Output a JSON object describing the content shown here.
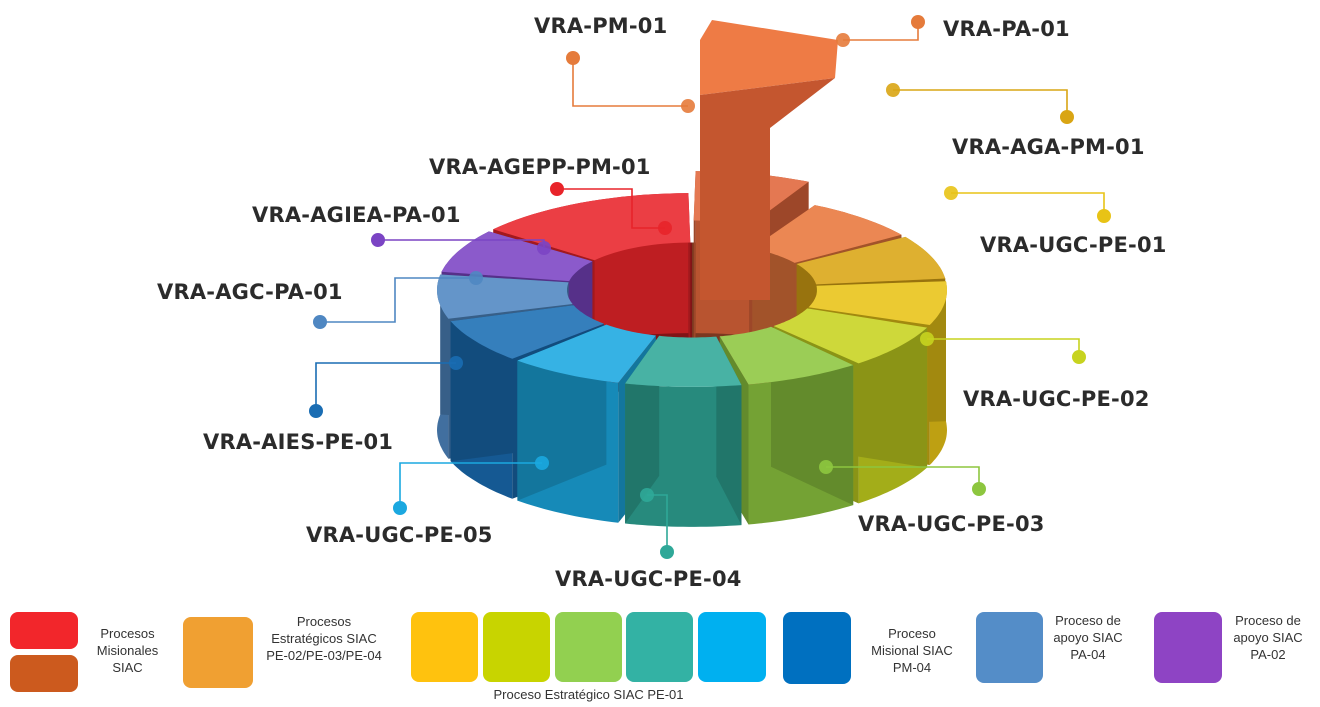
{
  "segments": [
    {
      "code": "VRA-PM-01",
      "color": "#E0663A"
    },
    {
      "code": "VRA-PA-01",
      "color": "#E8773C"
    },
    {
      "code": "VRA-AGA-PM-01",
      "color": "#D9A514"
    },
    {
      "code": "VRA-UGC-PE-01",
      "color": "#E8C316"
    },
    {
      "code": "VRA-UGC-PE-02",
      "color": "#C7D31F"
    },
    {
      "code": "VRA-UGC-PE-03",
      "color": "#8DC63F"
    },
    {
      "code": "VRA-UGC-PE-04",
      "color": "#2FA898"
    },
    {
      "code": "VRA-UGC-PE-05",
      "color": "#1BA8E0"
    },
    {
      "code": "VRA-AIES-PE-01",
      "color": "#1A6DB3"
    },
    {
      "code": "VRA-AGC-PA-01",
      "color": "#4F87C2"
    },
    {
      "code": "VRA-AGIEA-PA-01",
      "color": "#7B44C4"
    },
    {
      "code": "VRA-AGEPP-PM-01",
      "color": "#E8242A"
    }
  ],
  "legend": {
    "misionales": {
      "text": "Procesos\nMisionales\nSIAC",
      "colors": [
        "#F2262B",
        "#CC5A1E"
      ]
    },
    "estrategicos_multi": {
      "text": "Procesos\nEstratégicos SIAC\nPE-02/PE-03/PE-04",
      "color": "#F0A032"
    },
    "estrategico_pe01": {
      "text": "Proceso Estratégico SIAC PE-01",
      "colors": [
        "#FFC20E",
        "#C8D400",
        "#92D050",
        "#33B2A4",
        "#00B0F0"
      ]
    },
    "misional_pm04": {
      "text": "Proceso\nMisional SIAC\nPM-04",
      "color": "#0070C0"
    },
    "apoyo_pa04": {
      "text": "Proceso de\napoyo SIAC\nPA-04",
      "color": "#548DC8"
    },
    "apoyo_pa02": {
      "text": "Proceso de\napoyo SIAC\nPA-02",
      "color": "#8E44C4"
    }
  }
}
